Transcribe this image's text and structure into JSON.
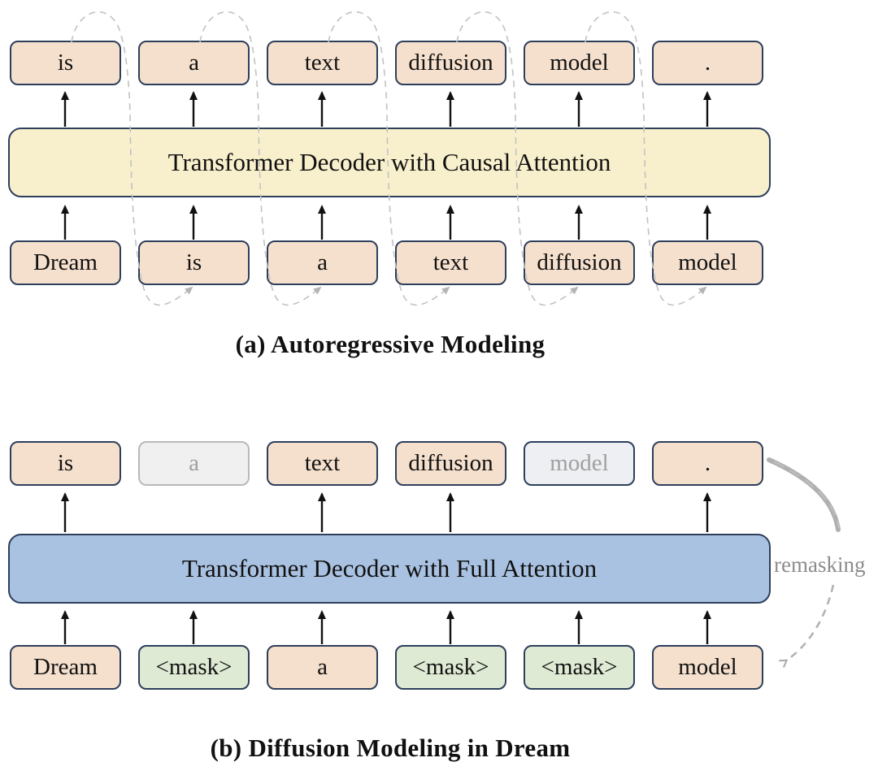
{
  "figure": {
    "panel_a": {
      "caption": "(a) Autoregressive Modeling",
      "decoder_label": "Transformer Decoder with Causal Attention",
      "output_tokens": [
        {
          "label": "is"
        },
        {
          "label": "a"
        },
        {
          "label": "text"
        },
        {
          "label": "diffusion"
        },
        {
          "label": "model"
        },
        {
          "label": "."
        }
      ],
      "input_tokens": [
        {
          "label": "Dream"
        },
        {
          "label": "is"
        },
        {
          "label": "a"
        },
        {
          "label": "text"
        },
        {
          "label": "diffusion"
        },
        {
          "label": "model"
        }
      ],
      "shift_loops": "output token i feeds next input position (dashed gray loops)"
    },
    "panel_b": {
      "caption": "(b) Diffusion Modeling in Dream",
      "decoder_label": "Transformer Decoder with Full Attention",
      "remasking_label": "remasking",
      "output_tokens": [
        {
          "label": "is",
          "state": "predicted"
        },
        {
          "label": "a",
          "state": "masked-out"
        },
        {
          "label": "text",
          "state": "predicted"
        },
        {
          "label": "diffusion",
          "state": "predicted"
        },
        {
          "label": "model",
          "state": "masked-out"
        },
        {
          "label": ".",
          "state": "predicted"
        }
      ],
      "input_tokens": [
        {
          "label": "Dream",
          "state": "token"
        },
        {
          "label": "<mask>",
          "state": "mask"
        },
        {
          "label": "a",
          "state": "token"
        },
        {
          "label": "<mask>",
          "state": "mask"
        },
        {
          "label": "<mask>",
          "state": "mask"
        },
        {
          "label": "model",
          "state": "token"
        }
      ]
    }
  },
  "colors": {
    "peach": "#f5e0cd",
    "navy": "#2e3f5c",
    "yellow": "#f8f0cc",
    "blue": "#a9c2e1",
    "green": "#dfead4",
    "ghost_fill": "#f0f0f0",
    "ghost_border": "#b9b9b9",
    "ghost_text": "#a0a0a0",
    "ghostnavy_fill": "#edeff2",
    "loop_gray": "#c2c2c2",
    "remask_gray": "#b0b0b0",
    "remask_text": "#8c8c8c"
  }
}
